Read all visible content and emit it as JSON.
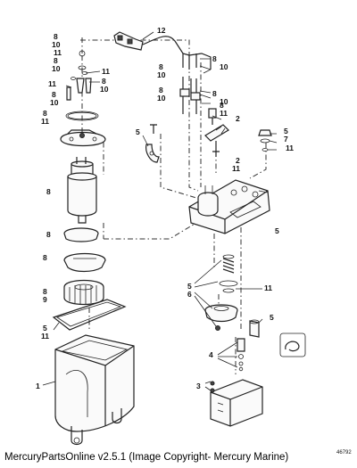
{
  "footer": {
    "text": "MercuryPartsOnline v2.5.1 (Image Copyright- Mercury Marine)"
  },
  "figure_number": "46792",
  "callouts": [
    {
      "id": "c-12",
      "text": "12"
    },
    {
      "id": "c-8a",
      "text": "8"
    },
    {
      "id": "c-10a",
      "text": "10"
    },
    {
      "id": "c-11a",
      "text": "11"
    },
    {
      "id": "c-8b",
      "text": "8"
    },
    {
      "id": "c-10b",
      "text": "10"
    },
    {
      "id": "c-11b",
      "text": "11"
    },
    {
      "id": "c-11c",
      "text": "11"
    },
    {
      "id": "c-8c",
      "text": "8"
    },
    {
      "id": "c-10c",
      "text": "10"
    },
    {
      "id": "c-8d",
      "text": "8"
    },
    {
      "id": "c-10d",
      "text": "10"
    },
    {
      "id": "c-8e",
      "text": "8"
    },
    {
      "id": "c-11d",
      "text": "11"
    },
    {
      "id": "c-8f",
      "text": "8"
    },
    {
      "id": "c-10f",
      "text": "10"
    },
    {
      "id": "c-8g",
      "text": "8"
    },
    {
      "id": "c-10g",
      "text": "10"
    },
    {
      "id": "c-8h",
      "text": "8"
    },
    {
      "id": "c-10h",
      "text": "10"
    },
    {
      "id": "c-8i",
      "text": "8"
    },
    {
      "id": "c-10i",
      "text": "10"
    },
    {
      "id": "c-8j",
      "text": "8"
    },
    {
      "id": "c-11j",
      "text": "11"
    },
    {
      "id": "c-2a",
      "text": "2"
    },
    {
      "id": "c-2b",
      "text": "2"
    },
    {
      "id": "c-11k",
      "text": "11"
    },
    {
      "id": "c-5a",
      "text": "5"
    },
    {
      "id": "c-7a",
      "text": "7"
    },
    {
      "id": "c-11l",
      "text": "11"
    },
    {
      "id": "c-5b",
      "text": "5"
    },
    {
      "id": "c-8k",
      "text": "8"
    },
    {
      "id": "c-5c",
      "text": "5"
    },
    {
      "id": "c-8l",
      "text": "8"
    },
    {
      "id": "c-5d",
      "text": "5"
    },
    {
      "id": "c-6d",
      "text": "6"
    },
    {
      "id": "c-11m",
      "text": "11"
    },
    {
      "id": "c-8m",
      "text": "8"
    },
    {
      "id": "c-9m",
      "text": "9"
    },
    {
      "id": "c-5e",
      "text": "5"
    },
    {
      "id": "c-11n",
      "text": "11"
    },
    {
      "id": "c-5f",
      "text": "5"
    },
    {
      "id": "c-4a",
      "text": "4"
    },
    {
      "id": "c-1a",
      "text": "1"
    },
    {
      "id": "c-3a",
      "text": "3"
    }
  ]
}
